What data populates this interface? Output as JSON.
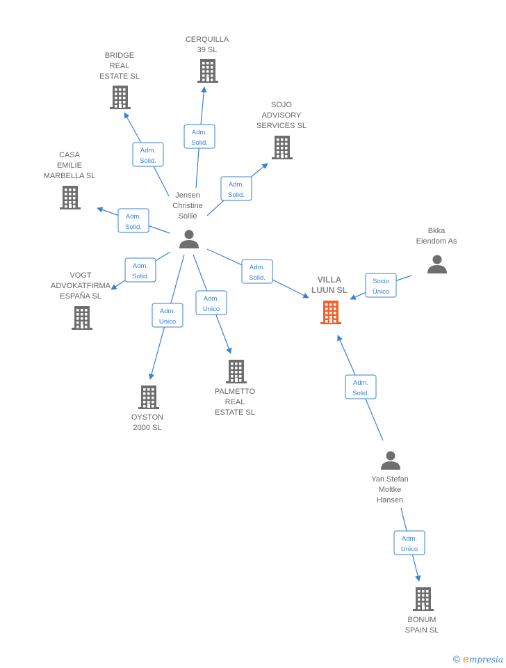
{
  "nodes": [
    {
      "id": "bridge",
      "kind": "company",
      "lines": [
        "BRIDGE",
        "REAL",
        "ESTATE  SL"
      ]
    },
    {
      "id": "cerquilla",
      "kind": "company",
      "lines": [
        "CERQUILLA",
        "39  SL"
      ]
    },
    {
      "id": "sojo",
      "kind": "company",
      "lines": [
        "SOJO",
        "ADVISORY",
        "SERVICES  SL"
      ]
    },
    {
      "id": "casa",
      "kind": "company",
      "lines": [
        "CASA",
        "EMILIE",
        "MARBELLA  SL"
      ]
    },
    {
      "id": "jensen",
      "kind": "person",
      "lines": [
        "Jensen",
        "Christine",
        "Sollie"
      ]
    },
    {
      "id": "bkka",
      "kind": "person",
      "lines": [
        "Bkka",
        "Eiendom As"
      ]
    },
    {
      "id": "vogt",
      "kind": "company",
      "lines": [
        "VOGT",
        "ADVOKATFIRMA",
        "ESPAÑA  SL"
      ]
    },
    {
      "id": "villa",
      "kind": "company",
      "focus": true,
      "lines": [
        "VILLA",
        "LUUN  SL"
      ]
    },
    {
      "id": "palmetto",
      "kind": "company",
      "lines": [
        "PALMETTO",
        "REAL",
        "ESTATE  SL"
      ]
    },
    {
      "id": "oyston",
      "kind": "company",
      "lines": [
        "OYSTON",
        "2000  SL"
      ]
    },
    {
      "id": "yan",
      "kind": "person",
      "lines": [
        "Yan Stefan",
        "Moltke",
        "Hansen"
      ]
    },
    {
      "id": "bonum",
      "kind": "company",
      "lines": [
        "BONUM",
        "SPAIN  SL"
      ]
    }
  ],
  "relations": [
    {
      "id": "r-bridge",
      "lines": [
        "Adm.",
        "Solid."
      ]
    },
    {
      "id": "r-cerquilla",
      "lines": [
        "Adm.",
        "Solid."
      ]
    },
    {
      "id": "r-sojo",
      "lines": [
        "Adm.",
        "Solid."
      ]
    },
    {
      "id": "r-casa",
      "lines": [
        "Adm.",
        "Solid."
      ]
    },
    {
      "id": "r-vogt",
      "lines": [
        "Adm.",
        "Solid."
      ]
    },
    {
      "id": "r-oyston",
      "lines": [
        "Adm.",
        "Unico"
      ]
    },
    {
      "id": "r-palmetto",
      "lines": [
        "Adm.",
        "Unico"
      ]
    },
    {
      "id": "r-villa-jensen",
      "lines": [
        "Adm.",
        "Solid."
      ]
    },
    {
      "id": "r-villa-bkka",
      "lines": [
        "Socio",
        "Único"
      ]
    },
    {
      "id": "r-villa-yan",
      "lines": [
        "Adm.",
        "Solid."
      ]
    },
    {
      "id": "r-bonum",
      "lines": [
        "Adm.",
        "Unico"
      ]
    }
  ],
  "colors": {
    "edge": "#3a7fd5",
    "company": "#6e6e6e",
    "focus": "#f0612e",
    "person": "#6e6e6e"
  },
  "footer": {
    "copyright": "©",
    "brand_initial": "e",
    "brand_rest": "mpresia"
  }
}
